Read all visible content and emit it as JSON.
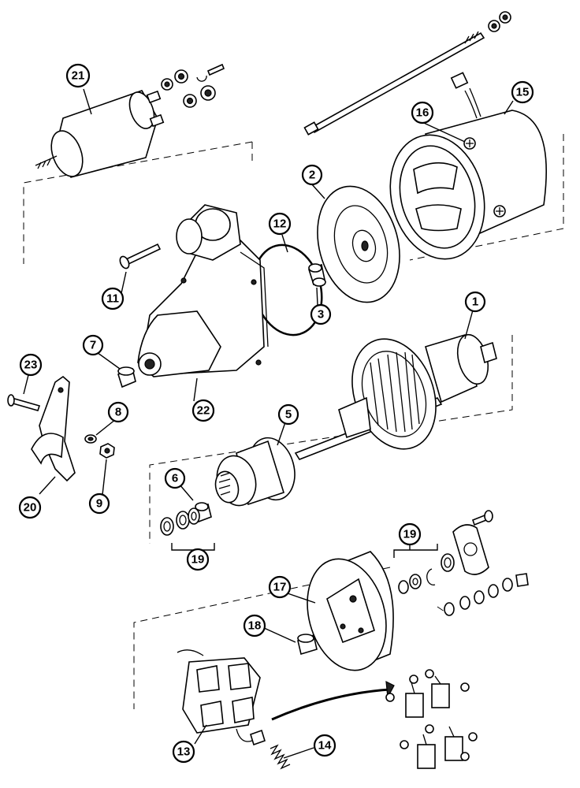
{
  "diagram": {
    "callouts": [
      {
        "id": "c1",
        "label": "1"
      },
      {
        "id": "c2",
        "label": "2"
      },
      {
        "id": "c3",
        "label": "3"
      },
      {
        "id": "c5",
        "label": "5"
      },
      {
        "id": "c6",
        "label": "6"
      },
      {
        "id": "c7",
        "label": "7"
      },
      {
        "id": "c8",
        "label": "8"
      },
      {
        "id": "c9",
        "label": "9"
      },
      {
        "id": "c11",
        "label": "11"
      },
      {
        "id": "c12",
        "label": "12"
      },
      {
        "id": "c13",
        "label": "13"
      },
      {
        "id": "c14",
        "label": "14"
      },
      {
        "id": "c15",
        "label": "15"
      },
      {
        "id": "c16",
        "label": "16"
      },
      {
        "id": "c17",
        "label": "17"
      },
      {
        "id": "c18",
        "label": "18"
      },
      {
        "id": "c19a",
        "label": "19"
      },
      {
        "id": "c19b",
        "label": "19"
      },
      {
        "id": "c20",
        "label": "20"
      },
      {
        "id": "c21",
        "label": "21"
      },
      {
        "id": "c22",
        "label": "22"
      },
      {
        "id": "c23",
        "label": "23"
      }
    ]
  }
}
